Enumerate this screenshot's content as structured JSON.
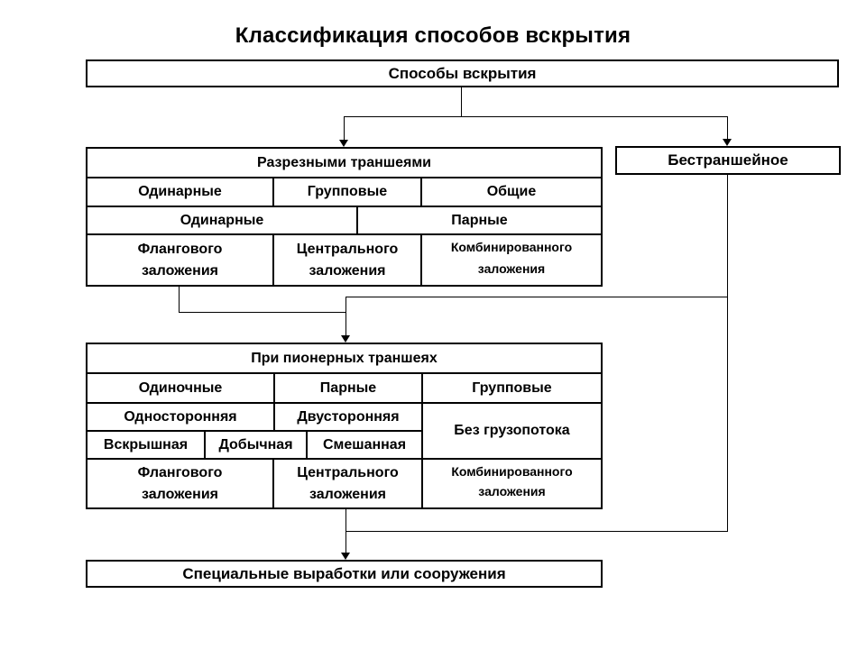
{
  "title": "Классификация способов вскрытия",
  "colors": {
    "line": "#000000",
    "text": "#000000",
    "background": "#ffffff"
  },
  "root_box": {
    "label": "Способы вскрытия"
  },
  "trenchless_box": {
    "label": "Бестраншейное"
  },
  "special_box": {
    "label": "Специальные выработки или сооружения"
  },
  "cut": {
    "header": "Разрезными траншеями",
    "row1": [
      "Одинарные",
      "Групповые",
      "Общие"
    ],
    "row2": [
      "Одинарные",
      "Парные"
    ],
    "row3": [
      {
        "l1": "Флангового",
        "l2": "заложения"
      },
      {
        "l1": "Центрального",
        "l2": "заложения"
      },
      {
        "l1": "Комбинированного",
        "l2": "заложения"
      }
    ]
  },
  "pioneer": {
    "header": "При пионерных траншеях",
    "row1": [
      "Одиночные",
      "Парные",
      "Групповые"
    ],
    "row2": [
      "Односторонняя",
      "Двусторонняя"
    ],
    "merged": "Без грузопотока",
    "row3": [
      "Вскрышная",
      "Добычная",
      "Смешанная"
    ],
    "row4": [
      {
        "l1": "Флангового",
        "l2": "заложения"
      },
      {
        "l1": "Центрального",
        "l2": "заложения"
      },
      {
        "l1": "Комбинированного",
        "l2": "заложения"
      }
    ]
  }
}
